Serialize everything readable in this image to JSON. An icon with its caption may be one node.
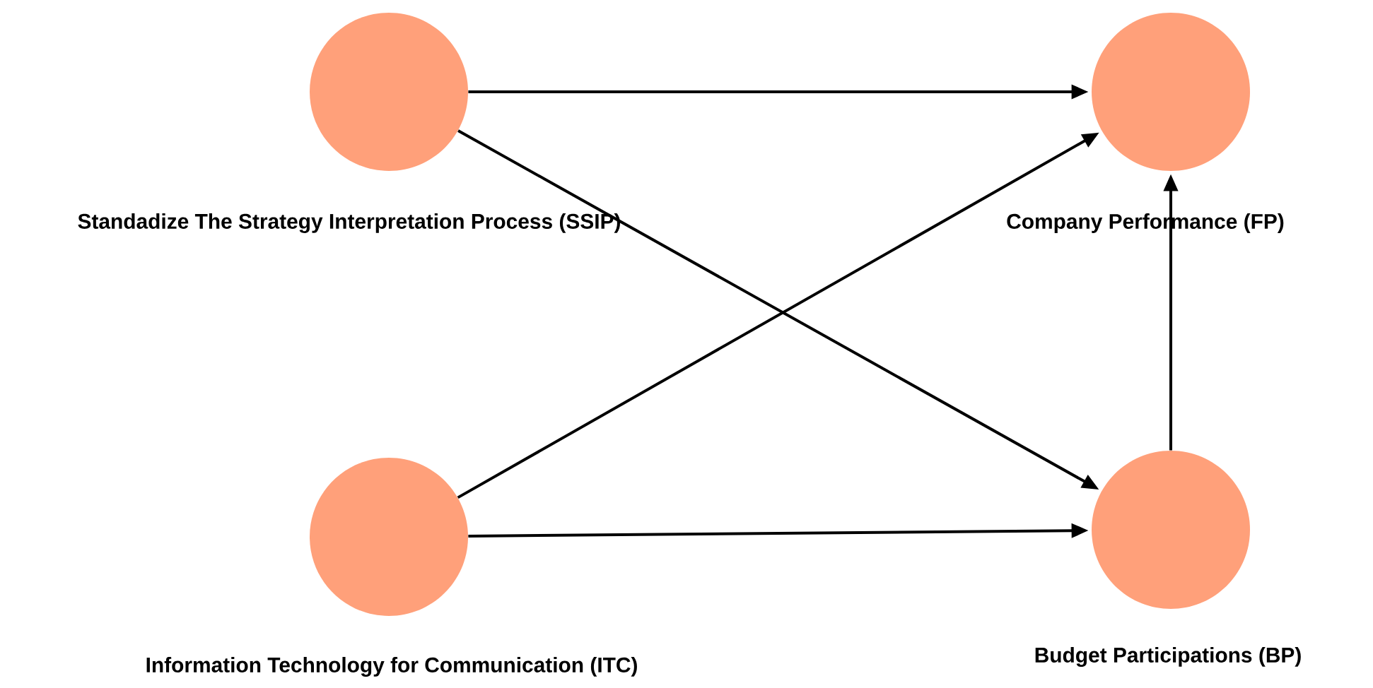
{
  "diagram": {
    "nodes": [
      {
        "text": [
          "Standadize The Strategy Interpretation Process (SSIP)"
        ]
      },
      {
        "text": [
          "Company Performance (FP)"
        ]
      },
      {
        "text": [
          "Information Technology for Communication (ITC)"
        ]
      },
      {
        "text": [
          "Budget Participations (BP)"
        ]
      }
    ],
    "edges": [
      {
        "from": 0,
        "to": 1,
        "arrow": "to"
      },
      {
        "from": 0,
        "to": 3,
        "arrow": "to"
      },
      {
        "from": 2,
        "to": 1,
        "arrow": "to"
      },
      {
        "from": 2,
        "to": 3,
        "arrow": "to"
      },
      {
        "from": 3,
        "to": 1,
        "arrow": "to"
      }
    ]
  }
}
